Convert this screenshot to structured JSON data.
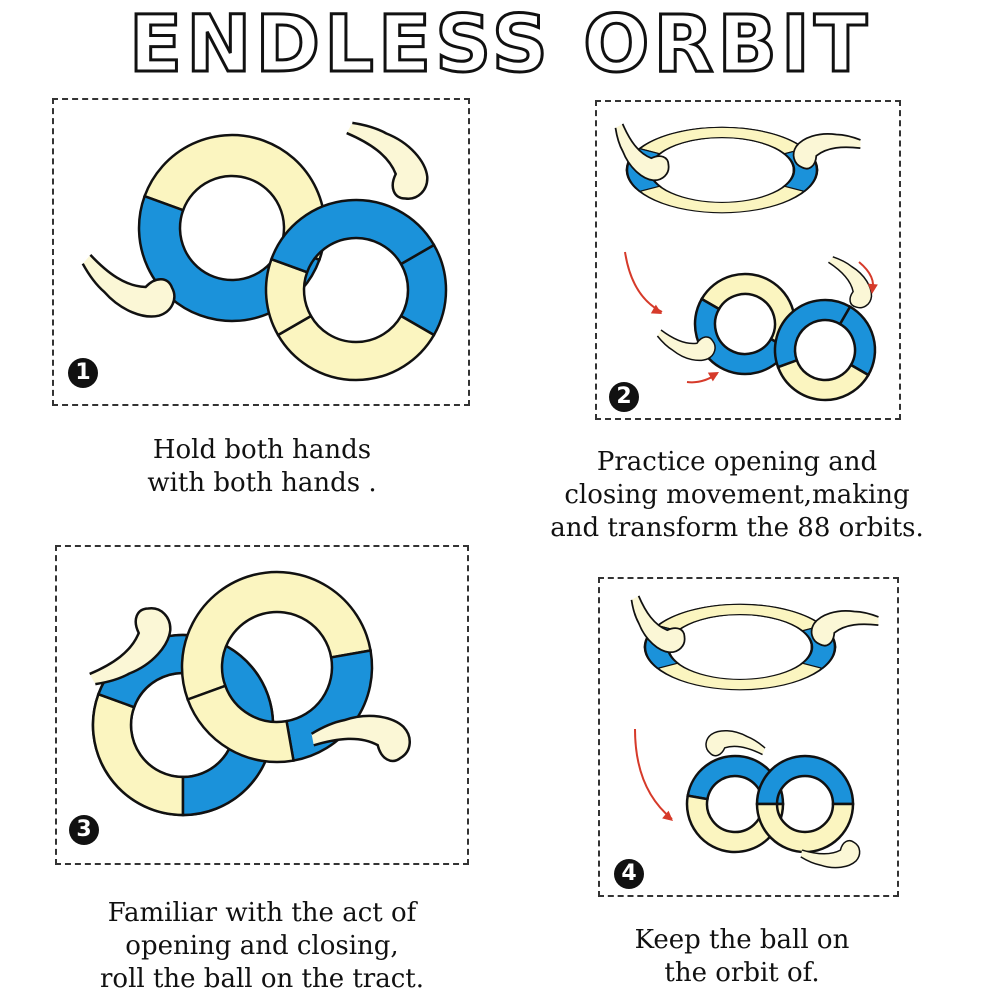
{
  "title": "ENDLESS ORBIT",
  "colors": {
    "blue": "#1b92da",
    "yellow": "#fbf5c0",
    "hand": "#fbf7d6",
    "arrow": "#d63a2a"
  },
  "steps": [
    {
      "number": "1",
      "caption": [
        "Hold both hands",
        "with both hands ."
      ]
    },
    {
      "number": "2",
      "caption": [
        "Practice opening and",
        "closing movement,making",
        "and transform the 88 orbits."
      ]
    },
    {
      "number": "3",
      "caption": [
        "Familiar with the act of",
        "opening and closing,",
        "roll the ball on the tract."
      ]
    },
    {
      "number": "4",
      "caption": [
        "Keep the ball on",
        "the orbit of."
      ]
    }
  ]
}
